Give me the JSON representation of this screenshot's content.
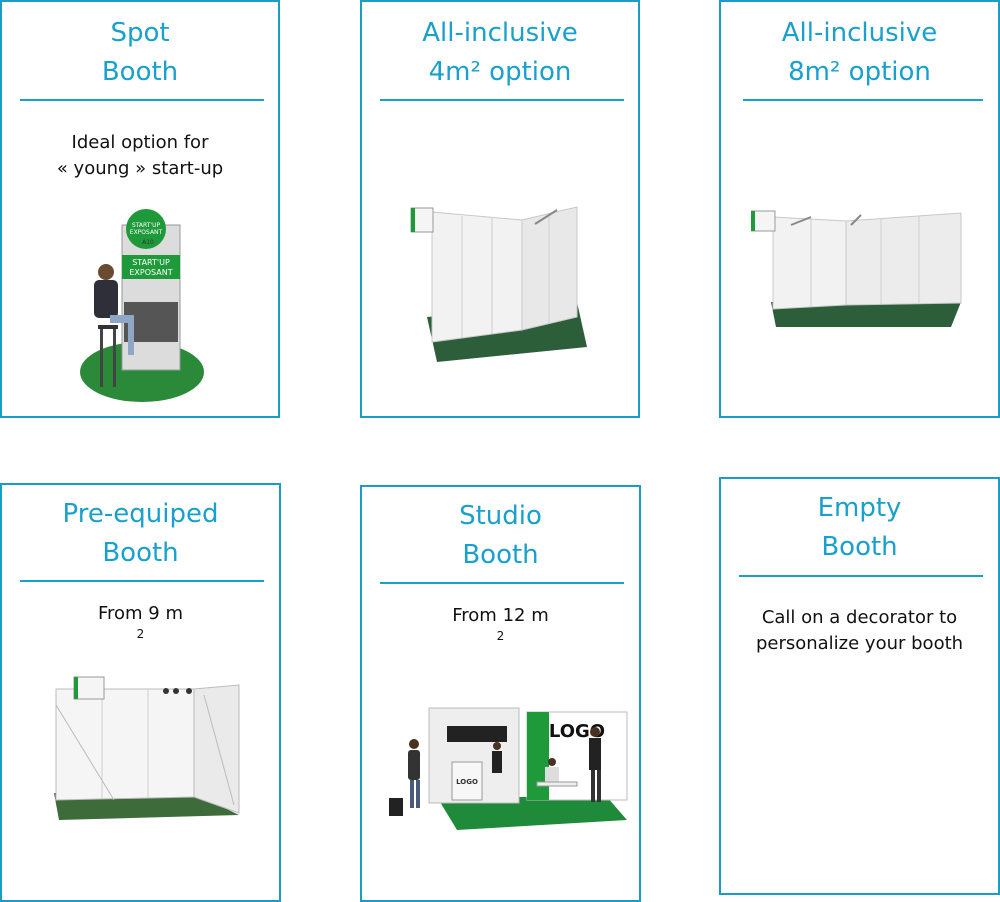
{
  "cards": [
    {
      "title": [
        "Spot",
        "Booth"
      ],
      "desc": [
        "Ideal option for",
        "« young » start-up"
      ]
    },
    {
      "title": [
        "All-inclusive",
        "4m² option"
      ],
      "desc": []
    },
    {
      "title": [
        "All-inclusive",
        "8m² option"
      ],
      "desc": []
    },
    {
      "title": [
        "Pre-equiped",
        "Booth"
      ],
      "desc": [
        "From 9 m"
      ],
      "sup": "2"
    },
    {
      "title": [
        "Studio",
        "Booth"
      ],
      "desc": [
        "From 12 m"
      ],
      "sup": "2"
    },
    {
      "title": [
        "Empty",
        "Booth"
      ],
      "desc": [
        "Call on a decorator to",
        "personalize your booth"
      ]
    }
  ],
  "signs": {
    "startup_top": "START'UP",
    "exposant": "EXPOSANT",
    "stand_number": "A10",
    "logo": "LOGO"
  },
  "colors": {
    "accent": "#1aa0cc",
    "carpet": "#2d6b3a",
    "green": "#1f9a3a"
  }
}
